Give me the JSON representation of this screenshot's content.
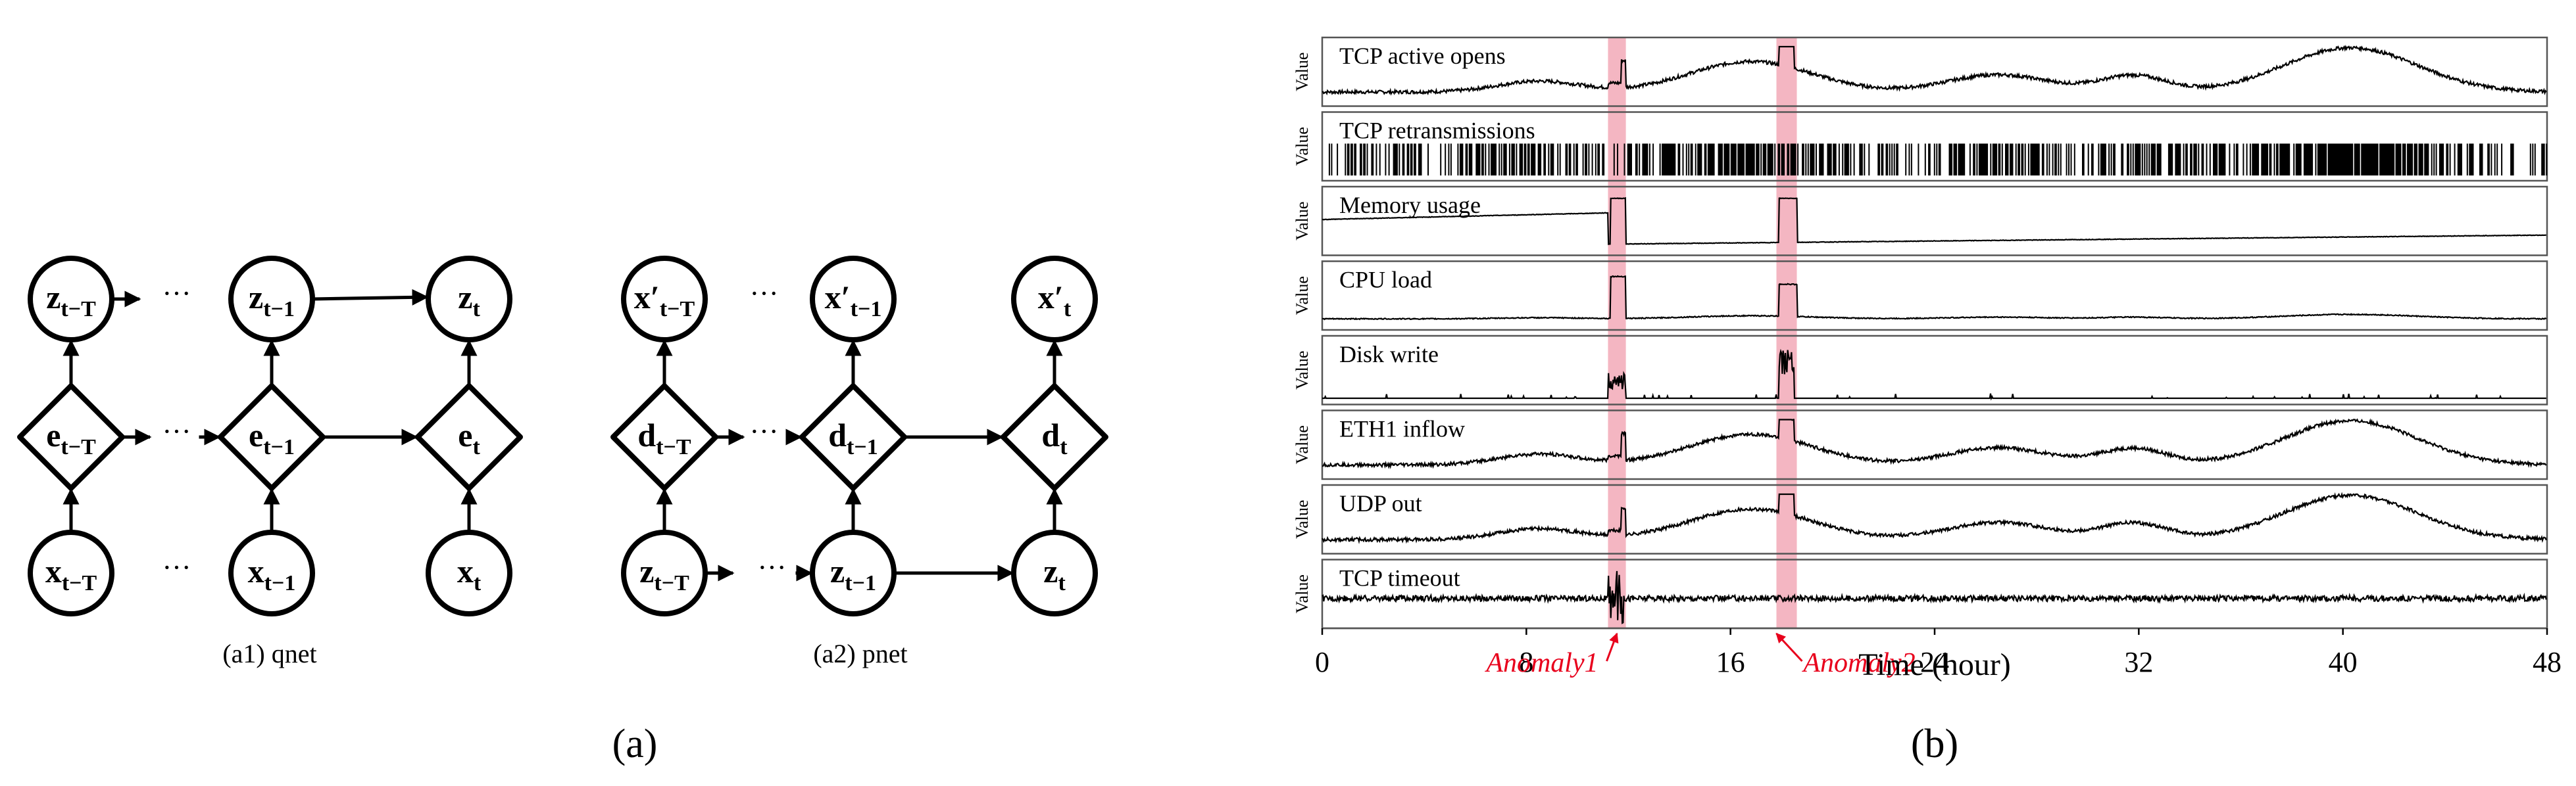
{
  "panel_a": {
    "label": "(a)",
    "qnet": {
      "caption": "(a1) qnet",
      "top_nodes": [
        {
          "base": "z",
          "sub": "t−T"
        },
        {
          "base": "z",
          "sub": "t−1"
        },
        {
          "base": "z",
          "sub": "t"
        }
      ],
      "mid_nodes": [
        {
          "base": "e",
          "sub": "t−T"
        },
        {
          "base": "e",
          "sub": "t−1"
        },
        {
          "base": "e",
          "sub": "t"
        }
      ],
      "bottom_nodes": [
        {
          "base": "x",
          "sub": "t−T"
        },
        {
          "base": "x",
          "sub": "t−1"
        },
        {
          "base": "x",
          "sub": "t"
        }
      ],
      "ellipsis": "···"
    },
    "pnet": {
      "caption": "(a2) pnet",
      "top_nodes": [
        {
          "base": "x′",
          "sub": "t−T"
        },
        {
          "base": "x′",
          "sub": "t−1"
        },
        {
          "base": "x′",
          "sub": "t"
        }
      ],
      "mid_nodes": [
        {
          "base": "d",
          "sub": "t−T"
        },
        {
          "base": "d",
          "sub": "t−1"
        },
        {
          "base": "d",
          "sub": "t"
        }
      ],
      "bottom_nodes": [
        {
          "base": "z",
          "sub": "t−T"
        },
        {
          "base": "z",
          "sub": "t−1"
        },
        {
          "base": "z",
          "sub": "t"
        }
      ],
      "ellipsis": "···"
    }
  },
  "panel_b": {
    "label": "(b)",
    "ylabel": "Value",
    "xlabel": "Time (hour)",
    "xticks": [
      "0",
      "8",
      "16",
      "24",
      "32",
      "40",
      "48"
    ],
    "xlim": [
      0,
      48
    ],
    "anomaly_color": "#f4b6c2",
    "annotation_color": "#e8001c",
    "anomalies": [
      {
        "label": "Anomaly1",
        "start": 11.2,
        "end": 11.9
      },
      {
        "label": "Anomaly2",
        "start": 17.8,
        "end": 18.6
      }
    ],
    "metrics": [
      {
        "name": "TCP active opens"
      },
      {
        "name": "TCP retransmissions"
      },
      {
        "name": "Memory usage"
      },
      {
        "name": "CPU load"
      },
      {
        "name": "Disk write"
      },
      {
        "name": "ETH1 inflow"
      },
      {
        "name": "UDP out"
      },
      {
        "name": "TCP timeout"
      }
    ]
  }
}
